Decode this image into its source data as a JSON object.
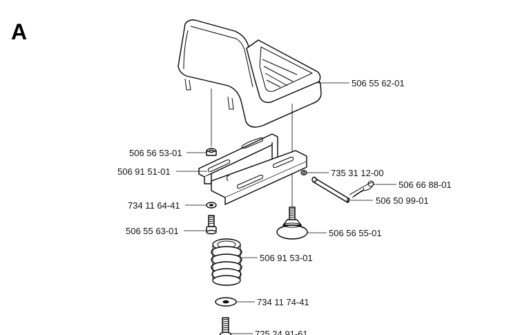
{
  "section_letter": "A",
  "callouts": [
    {
      "id": "seat",
      "label": "506 55 62-01"
    },
    {
      "id": "nut-top",
      "label": "506 56 53-01"
    },
    {
      "id": "bracket",
      "label": "506 91 51-01"
    },
    {
      "id": "clip-ring",
      "label": "735 31 12-00"
    },
    {
      "id": "hair-pin",
      "label": "506 66 88-01"
    },
    {
      "id": "pin",
      "label": "506 50 99-01"
    },
    {
      "id": "washer-small",
      "label": "734 11 64-41"
    },
    {
      "id": "knob",
      "label": "506 56 55-01"
    },
    {
      "id": "bolt",
      "label": "506 55 63-01"
    },
    {
      "id": "spring",
      "label": "506 91 53-01"
    },
    {
      "id": "washer-large",
      "label": "734 11 74-41"
    },
    {
      "id": "bottom-bolt",
      "label": "725 24 91-61"
    }
  ]
}
